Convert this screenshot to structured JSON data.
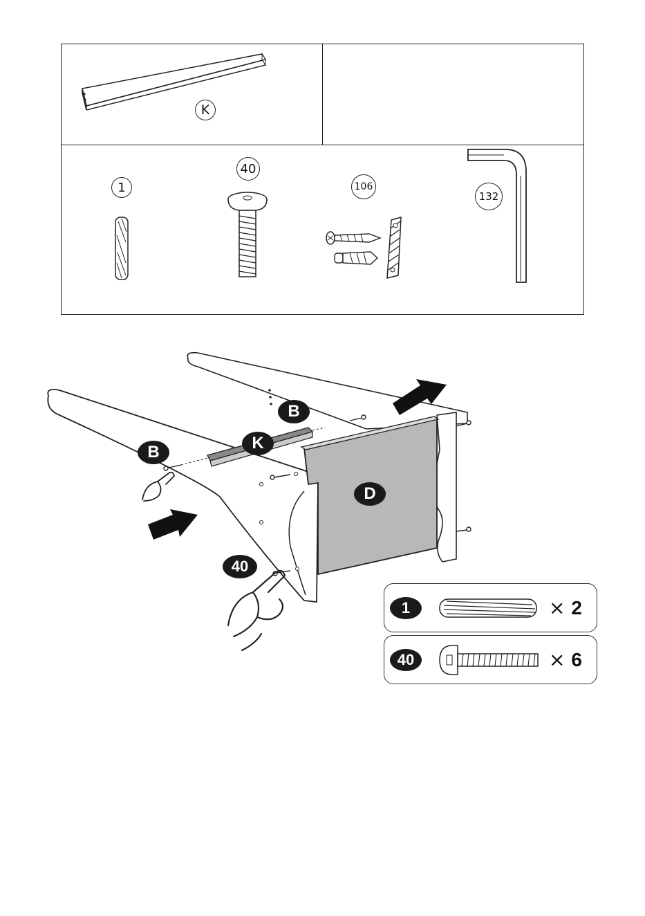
{
  "parts_table": {
    "panel_k": {
      "label": "K"
    },
    "hardware": [
      {
        "id": "1",
        "label": "1",
        "name": "wooden-dowel"
      },
      {
        "id": "40",
        "label": "40",
        "name": "bolt"
      },
      {
        "id": "106",
        "label": "106",
        "name": "wall-anchor-kit"
      },
      {
        "id": "132",
        "label": "132",
        "name": "allen-key"
      }
    ]
  },
  "assembly": {
    "labels": {
      "b_back": "B",
      "b_front": "B",
      "k": "K",
      "d": "D",
      "bolt": "40"
    }
  },
  "quantities": [
    {
      "part_label": "1",
      "multiplier": "×",
      "count": "2"
    },
    {
      "part_label": "40",
      "multiplier": "×",
      "count": "6"
    }
  ]
}
